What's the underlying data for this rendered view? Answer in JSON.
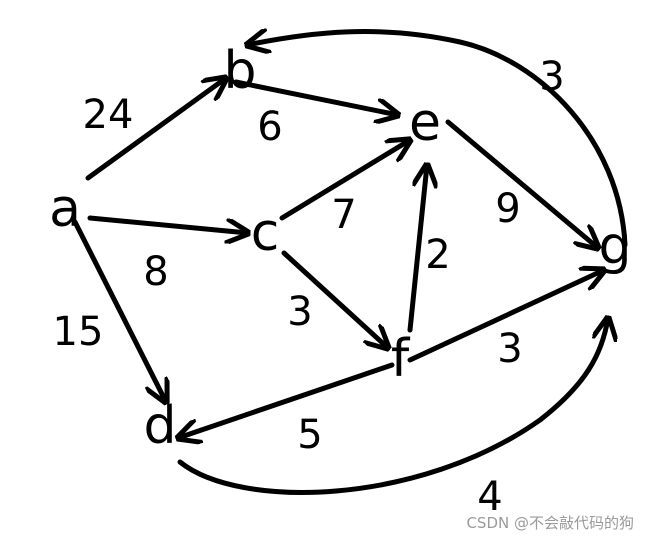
{
  "graph": {
    "nodes": [
      {
        "id": "a",
        "label": "a"
      },
      {
        "id": "b",
        "label": "b"
      },
      {
        "id": "c",
        "label": "c"
      },
      {
        "id": "d",
        "label": "d"
      },
      {
        "id": "e",
        "label": "e"
      },
      {
        "id": "f",
        "label": "f"
      },
      {
        "id": "g",
        "label": "g"
      }
    ],
    "edges": [
      {
        "from": "a",
        "to": "b",
        "weight": "24"
      },
      {
        "from": "a",
        "to": "c",
        "weight": "8"
      },
      {
        "from": "a",
        "to": "d",
        "weight": "15"
      },
      {
        "from": "b",
        "to": "e",
        "weight": "6"
      },
      {
        "from": "c",
        "to": "e",
        "weight": "7"
      },
      {
        "from": "c",
        "to": "f",
        "weight": "3"
      },
      {
        "from": "f",
        "to": "e",
        "weight": "2"
      },
      {
        "from": "e",
        "to": "g",
        "weight": "9"
      },
      {
        "from": "f",
        "to": "g",
        "weight": "3"
      },
      {
        "from": "f",
        "to": "d",
        "weight": "5"
      },
      {
        "from": "g",
        "to": "b",
        "weight": "3"
      },
      {
        "from": "d",
        "to": "g",
        "weight": "4"
      }
    ]
  },
  "watermark": "CSDN @不会敲代码的狗"
}
